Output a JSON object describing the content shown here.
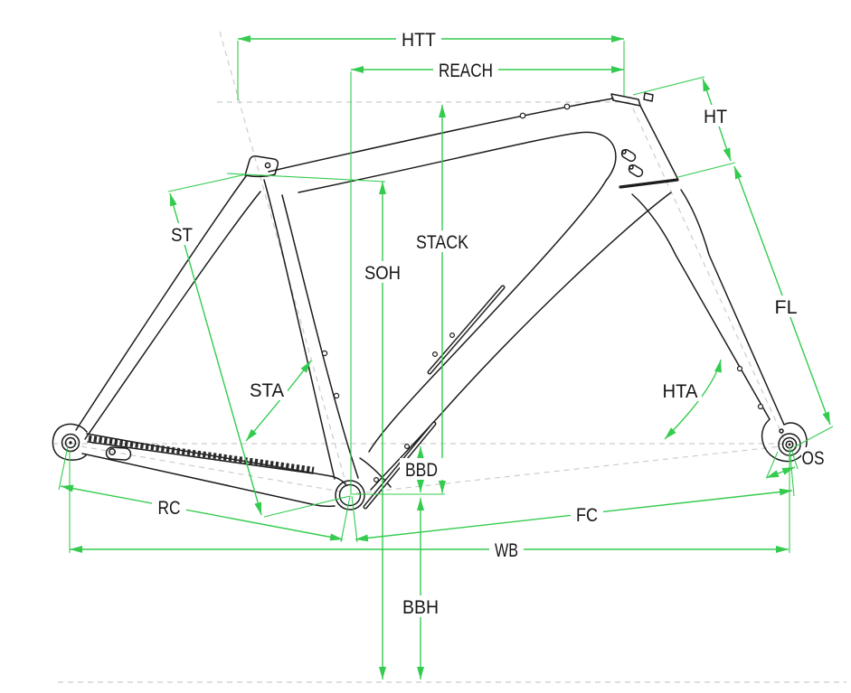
{
  "diagram": {
    "dimension_labels": {
      "htt": "HTT",
      "reach": "REACH",
      "ht": "HT",
      "st": "ST",
      "stack": "STACK",
      "soh": "SOH",
      "fl": "FL",
      "sta": "STA",
      "hta": "HTA",
      "os": "OS",
      "bbd": "BBD",
      "rc": "RC",
      "fc": "FC",
      "wb": "WB",
      "bbh": "BBH"
    },
    "colors": {
      "dimension": "#34cb4f",
      "reference": "#cccccc",
      "frame": "#1c1c1c",
      "label_text": "#161616",
      "background": "#ffffff"
    }
  }
}
